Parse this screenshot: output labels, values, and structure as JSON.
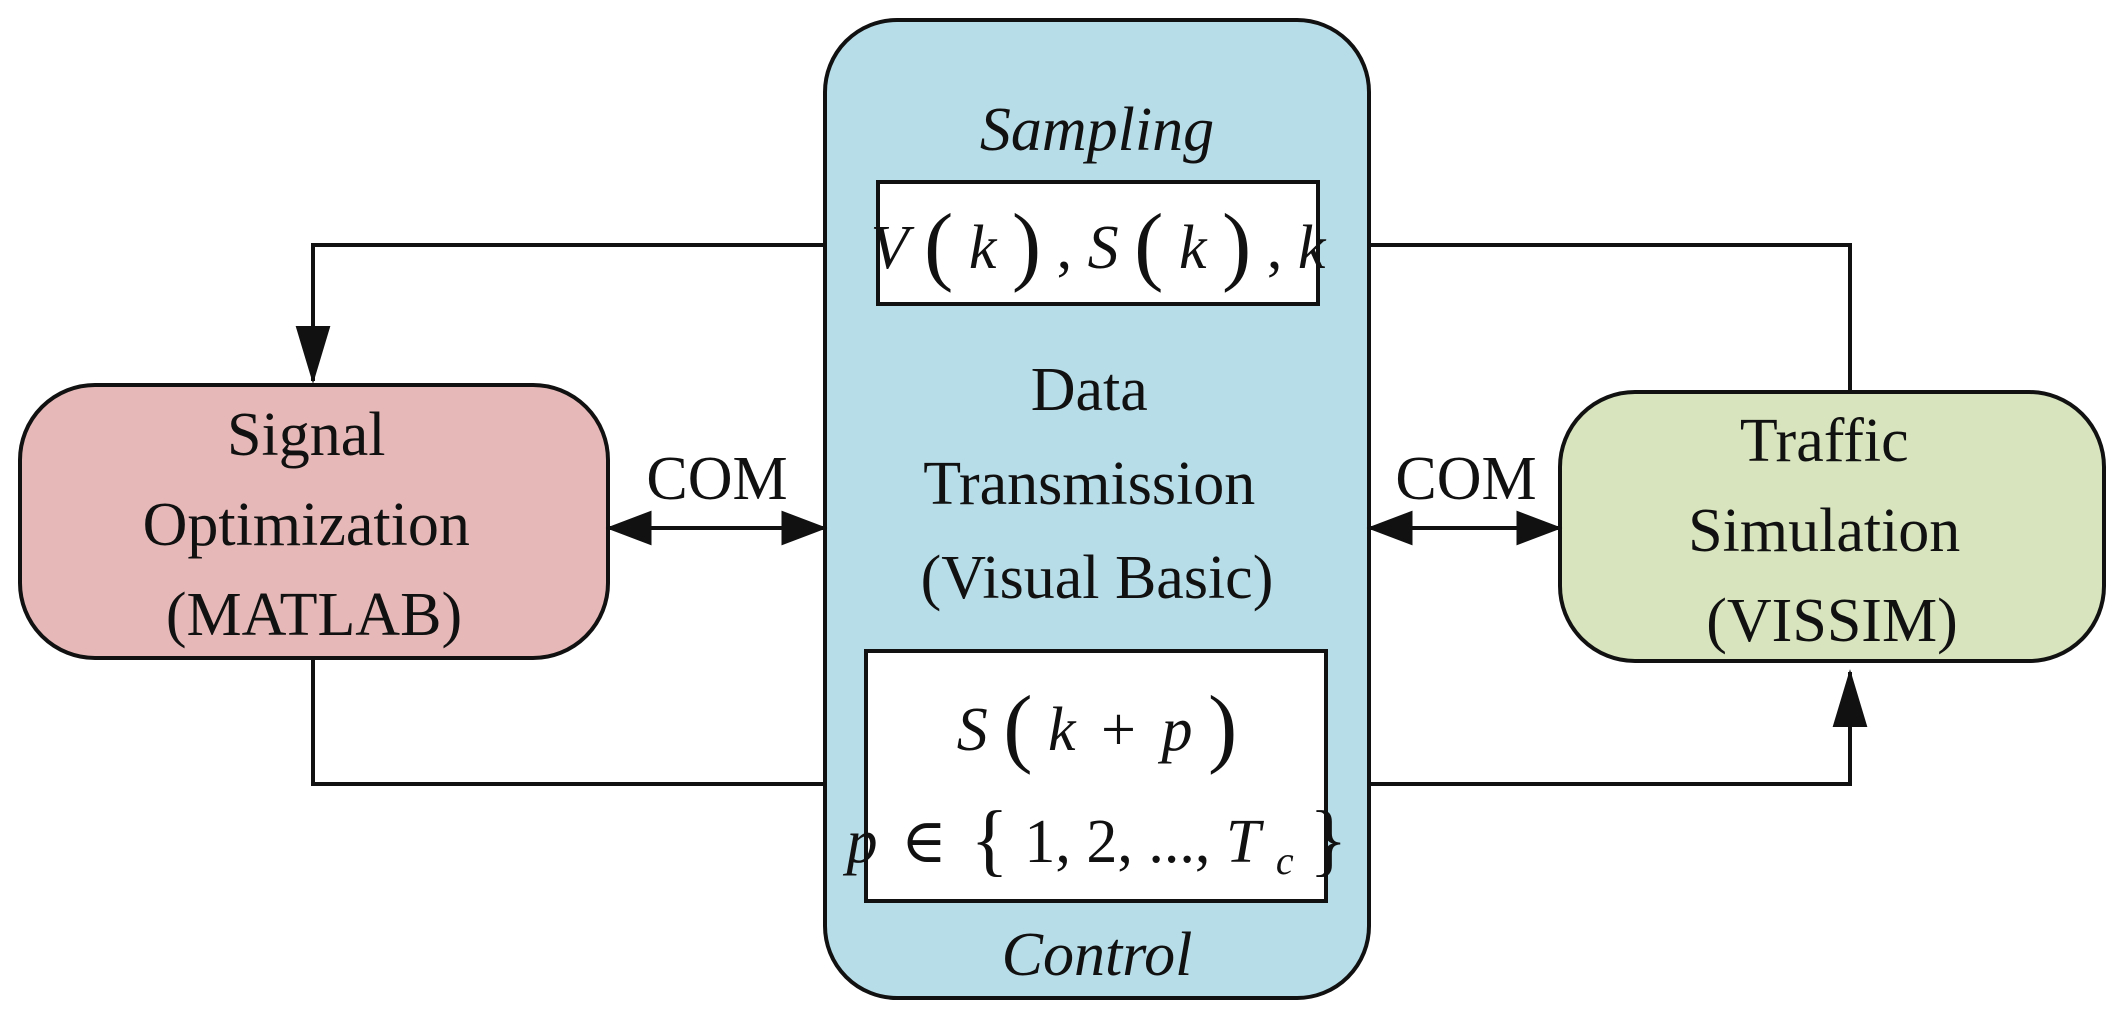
{
  "colors": {
    "center_fill": "#b7dde8",
    "left_fill": "#e6b9b8",
    "right_fill": "#d7e4bd",
    "stroke": "#111111",
    "box_fill": "#ffffff"
  },
  "center": {
    "top_label": "Sampling",
    "bottom_label": "Control",
    "title_lines": [
      "Data",
      "Transmission",
      "(Visual Basic)"
    ],
    "sampling_formula": {
      "V": "V",
      "k": "k",
      "S": "S",
      "comma": ",",
      "open": "(",
      "close": ")"
    },
    "control_formula": {
      "S": "S",
      "k": "k",
      "plus": "+",
      "p": "p",
      "in": "∈",
      "set_items": "1, 2, ..., ",
      "T": "T",
      "c": "c",
      "open": "(",
      "close": ")",
      "brace_open": "{",
      "brace_close": "}"
    }
  },
  "left": {
    "lines": [
      "Signal",
      "Optimization",
      "(MATLAB)"
    ]
  },
  "right": {
    "lines": [
      "Traffic",
      "Simulation",
      "(VISSIM)"
    ]
  },
  "links": {
    "left_com": "COM",
    "right_com": "COM"
  }
}
